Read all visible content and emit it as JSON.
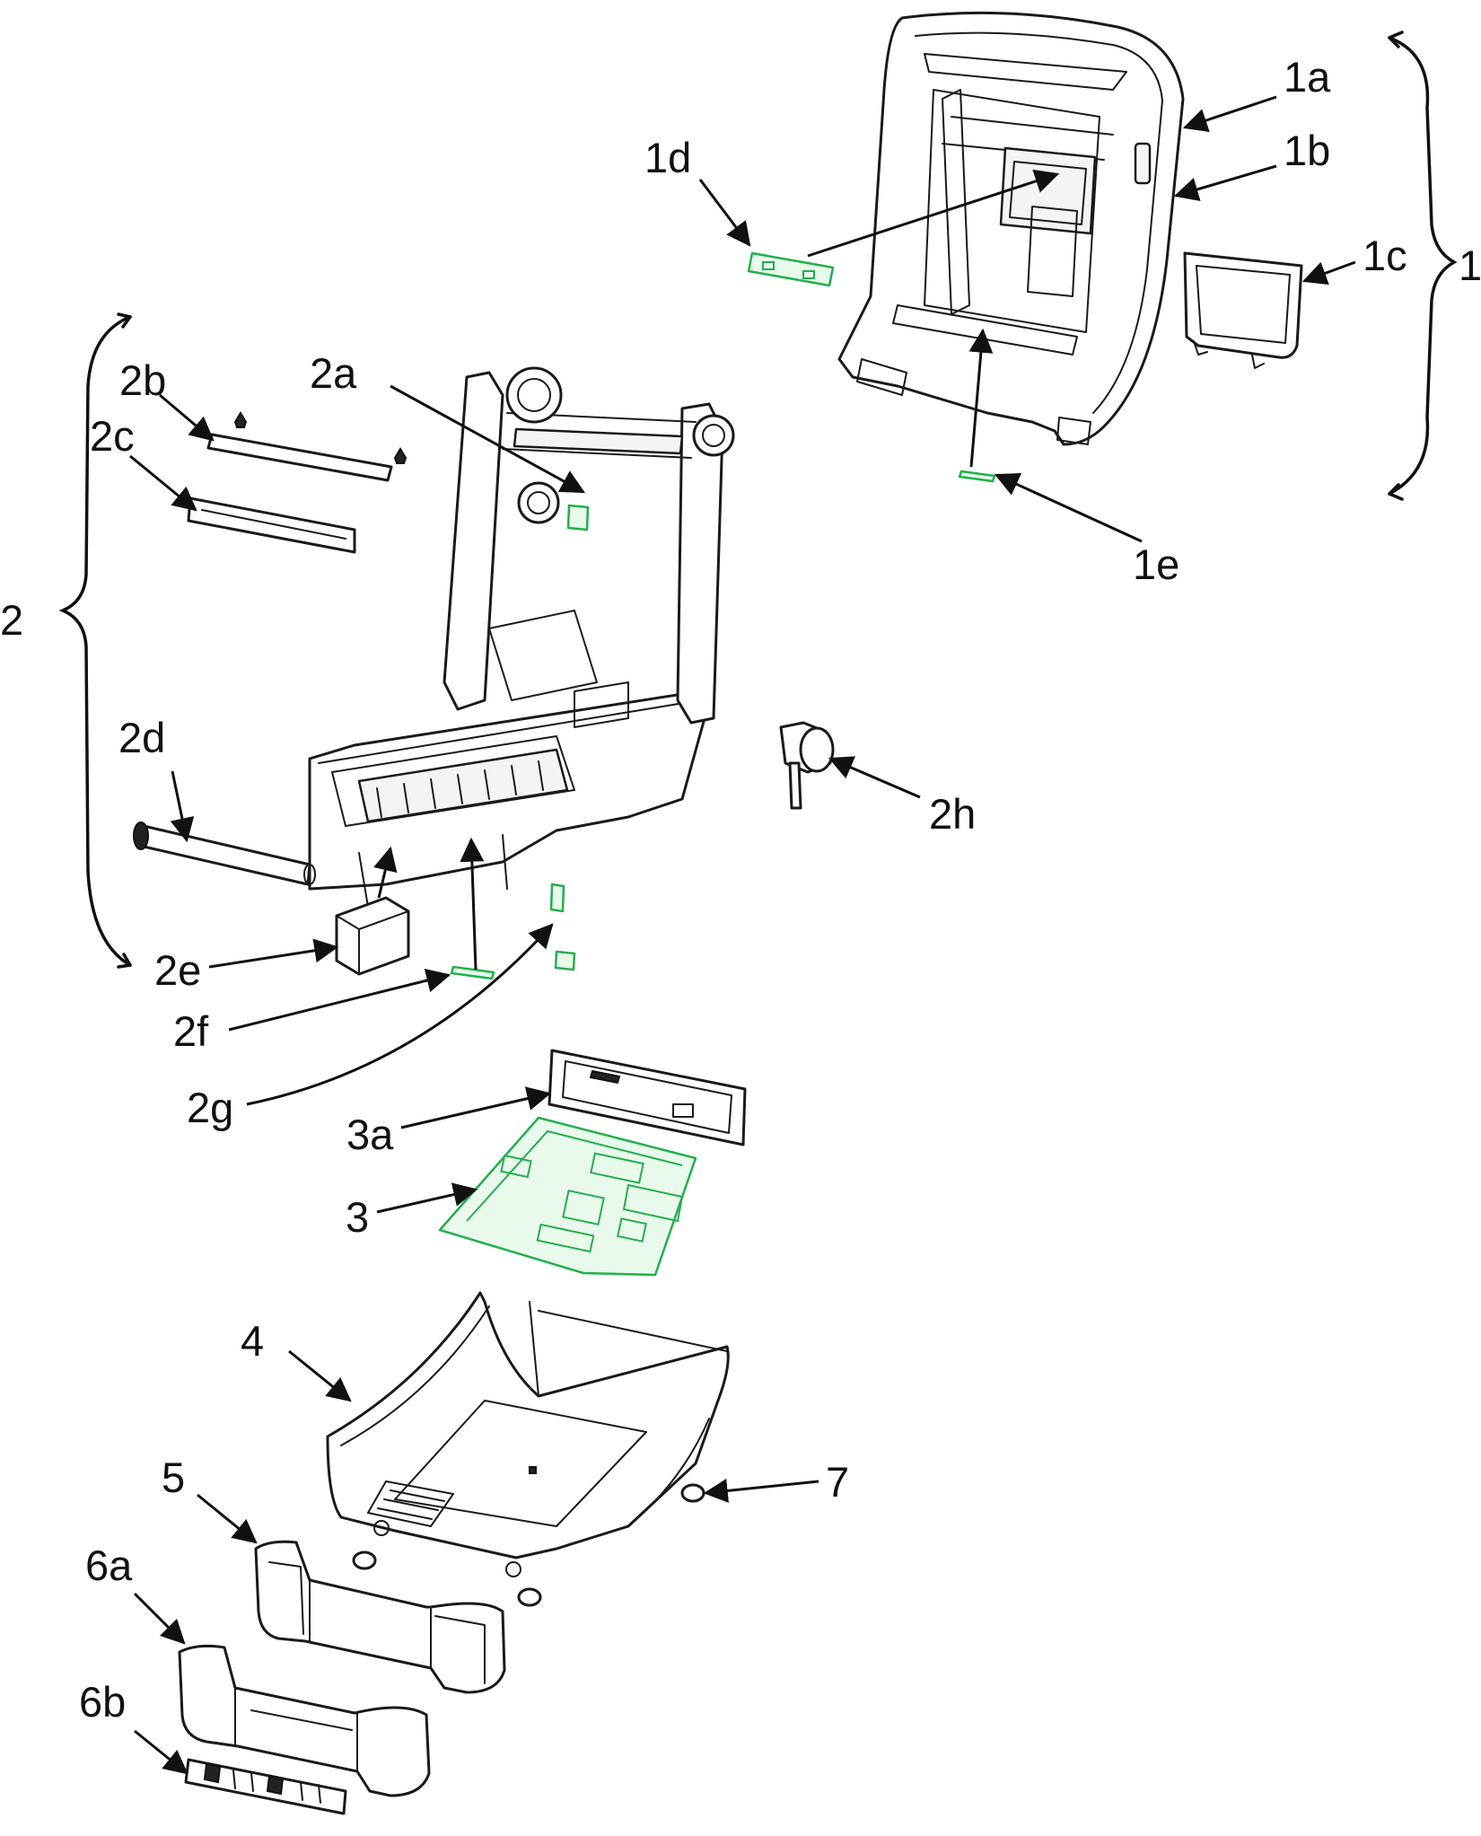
{
  "figure": {
    "accent_green": "#22b04b",
    "line_color": "#1a1a1a"
  },
  "callouts": {
    "group1": "1",
    "1a": "1a",
    "1b": "1b",
    "1c": "1c",
    "1d": "1d",
    "1e": "1e",
    "group2": "2",
    "2a": "2a",
    "2b": "2b",
    "2c": "2c",
    "2d": "2d",
    "2e": "2e",
    "2f": "2f",
    "2g": "2g",
    "2h": "2h",
    "3": "3",
    "3a": "3a",
    "4": "4",
    "5": "5",
    "6a": "6a",
    "6b": "6b",
    "7": "7"
  }
}
